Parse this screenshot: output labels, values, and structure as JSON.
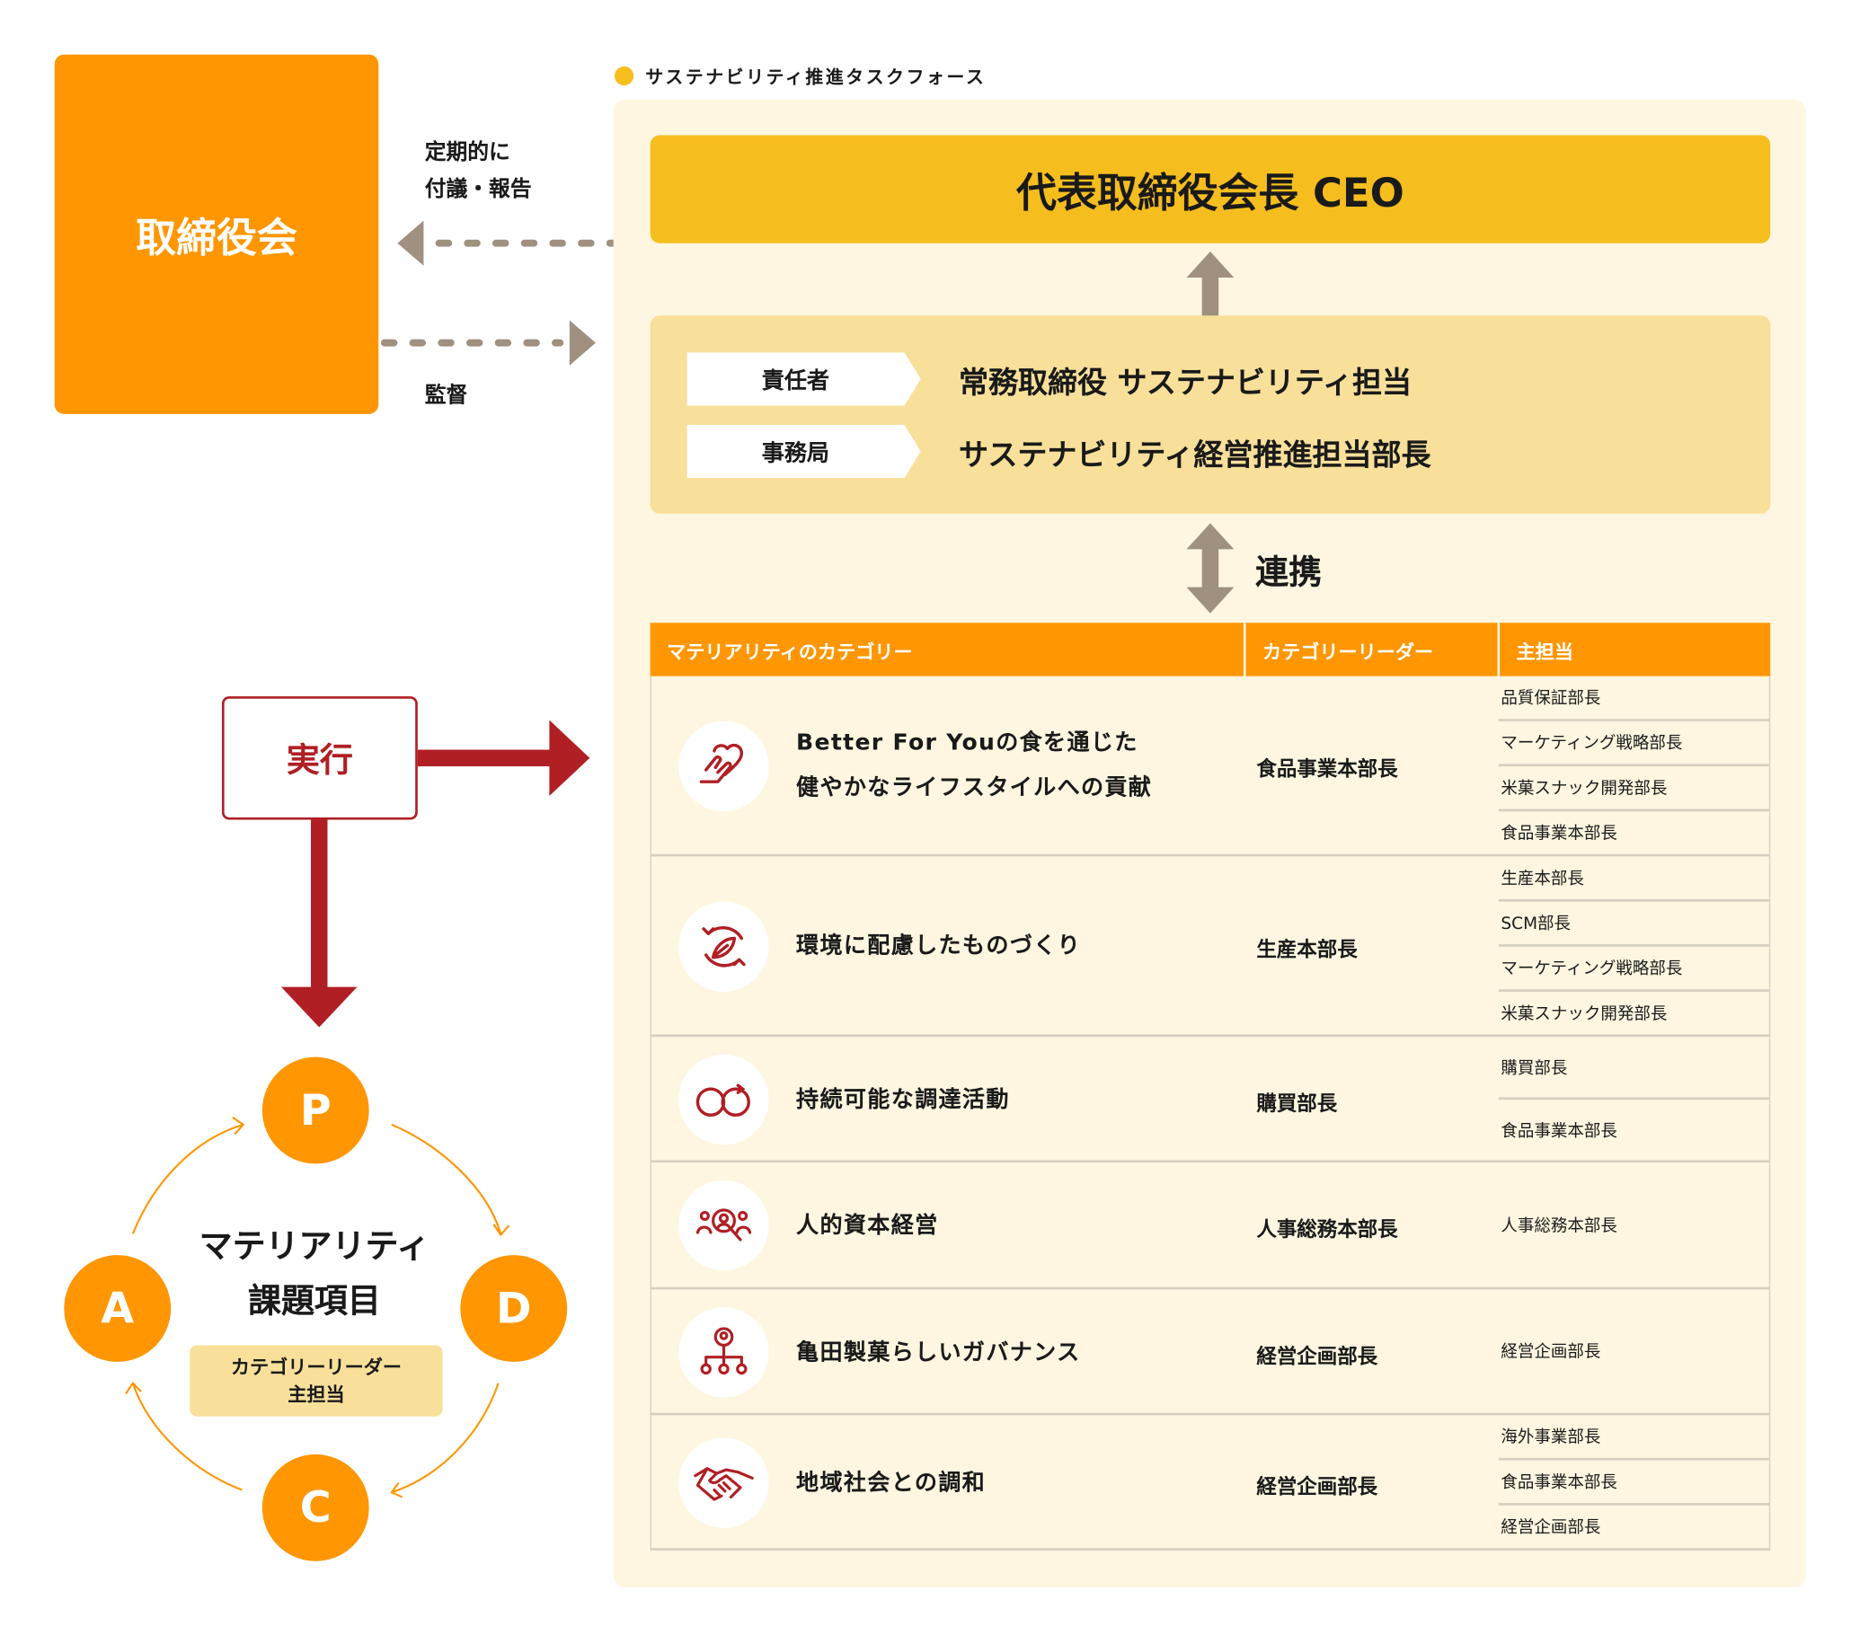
{
  "board": {
    "label": "取締役会"
  },
  "report_label": [
    "定期的に",
    "付議・報告"
  ],
  "supervise_label": "監督",
  "taskforce": {
    "legend": "サステナビリティ推進タスクフォース",
    "legend_color": "#f5be1e"
  },
  "ceo": {
    "label": "代表取締役会長 CEO"
  },
  "roles": [
    {
      "tag": "責任者",
      "value": "常務取締役 サステナビリティ担当"
    },
    {
      "tag": "事務局",
      "value": "サステナビリティ経営推進担当部長"
    }
  ],
  "link_label": "連携",
  "table": {
    "headers": [
      "マテリアリティのカテゴリー",
      "カテゴリーリーダー",
      "主担当"
    ],
    "rows": [
      {
        "icon": "heart-hand-icon",
        "category": [
          "Better For Youの食を通じた",
          "健やかなライフスタイルへの貢献"
        ],
        "leader": "食品事業本部長",
        "owners": [
          "品質保証部長",
          "マーケティング戦略部長",
          "米菓スナック開発部長",
          "食品事業本部長"
        ]
      },
      {
        "icon": "leaf-cycle-icon",
        "category": [
          "環境に配慮したものづくり"
        ],
        "leader": "生産本部長",
        "owners": [
          "生産本部長",
          "SCM部長",
          "マーケティング戦略部長",
          "米菓スナック開発部長"
        ]
      },
      {
        "icon": "infinity-cycle-icon",
        "category": [
          "持続可能な調達活動"
        ],
        "leader": "購買部長",
        "owners": [
          "購買部長",
          "食品事業本部長"
        ]
      },
      {
        "icon": "people-search-icon",
        "category": [
          "人的資本経営"
        ],
        "leader": "人事総務本部長",
        "owners": [
          "人事総務本部長"
        ]
      },
      {
        "icon": "org-chart-icon",
        "category": [
          "亀田製菓らしいガバナンス"
        ],
        "leader": "経営企画部長",
        "owners": [
          "経営企画部長"
        ]
      },
      {
        "icon": "handshake-icon",
        "category": [
          "地域社会との調和"
        ],
        "leader": "経営企画部長",
        "owners": [
          "海外事業部長",
          "食品事業本部長",
          "経営企画部長"
        ]
      }
    ]
  },
  "execute": {
    "label": "実行"
  },
  "pdca": {
    "p": "P",
    "d": "D",
    "c": "C",
    "a": "A"
  },
  "materiality": {
    "title": [
      "マテリアリティ",
      "課題項目"
    ],
    "box": [
      "カテゴリーリーダー",
      "主担当"
    ]
  },
  "colors": {
    "orange": "#ff9602",
    "yellow": "#f5be1e",
    "red": "#b01f24",
    "cream": "#fef6e0",
    "gray_arrow": "#a09080"
  }
}
